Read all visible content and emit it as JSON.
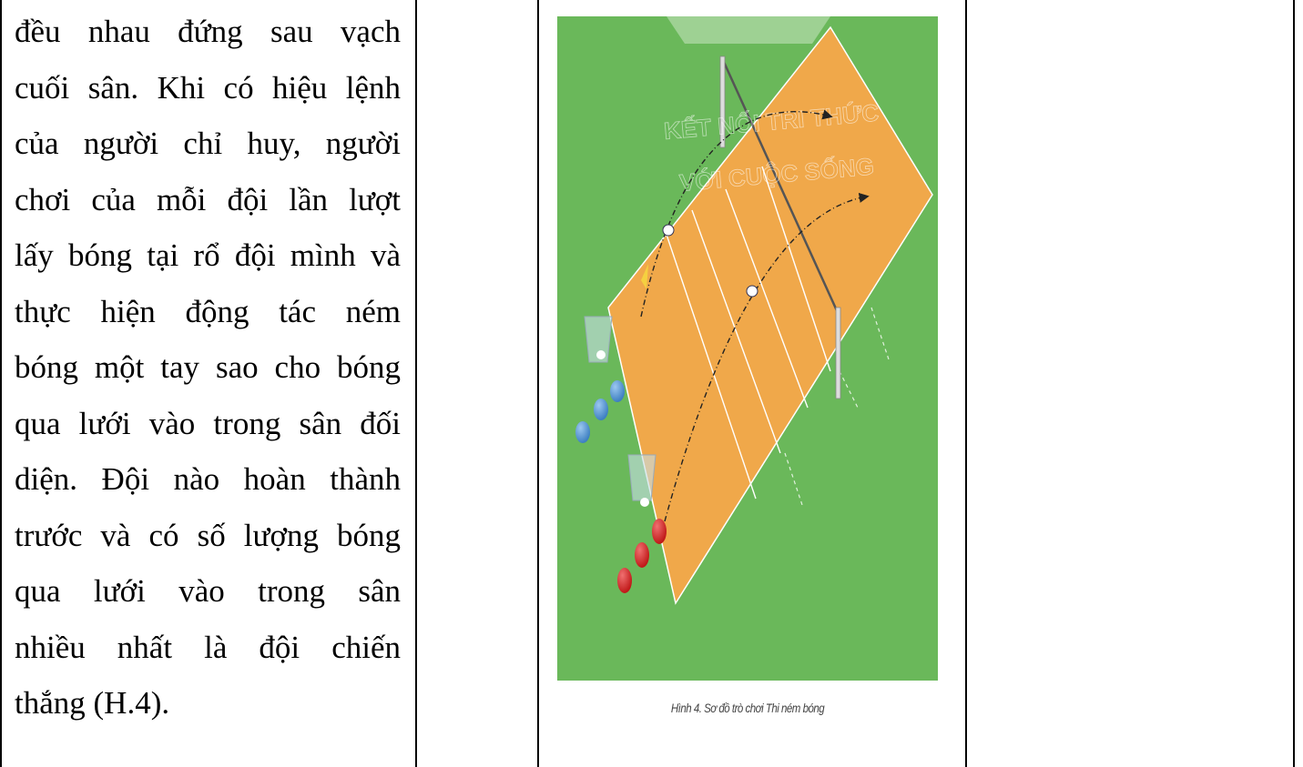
{
  "paragraph": {
    "lines": [
      "đều nhau đứng sau vạch",
      "cuối sân. Khi có hiệu lệnh",
      "của người chỉ huy, người",
      "chơi của mỗi đội lần lượt",
      "lấy bóng tại rổ đội mình và",
      "thực hiện động tác ném",
      "bóng một tay sao cho bóng",
      "qua lưới vào trong sân đối",
      "diện. Đội nào hoàn thành",
      "trước và có số lượng bóng",
      "qua lưới vào trong sân",
      "nhiều nhất là đội chiến",
      "thắng (H.4)."
    ]
  },
  "figure": {
    "caption": "Hình 4. Sơ đồ trò chơi Thi ném bóng",
    "watermark_line1": "KẾT NỐI TRI THỨC",
    "watermark_line2": "VỚI CUỘC SỐNG",
    "colors": {
      "field": "#6ab85a",
      "court": "#f0a84a",
      "court_line": "#ffffff",
      "blue_ball": "#4a90d0",
      "red_ball": "#d02a2a"
    }
  }
}
